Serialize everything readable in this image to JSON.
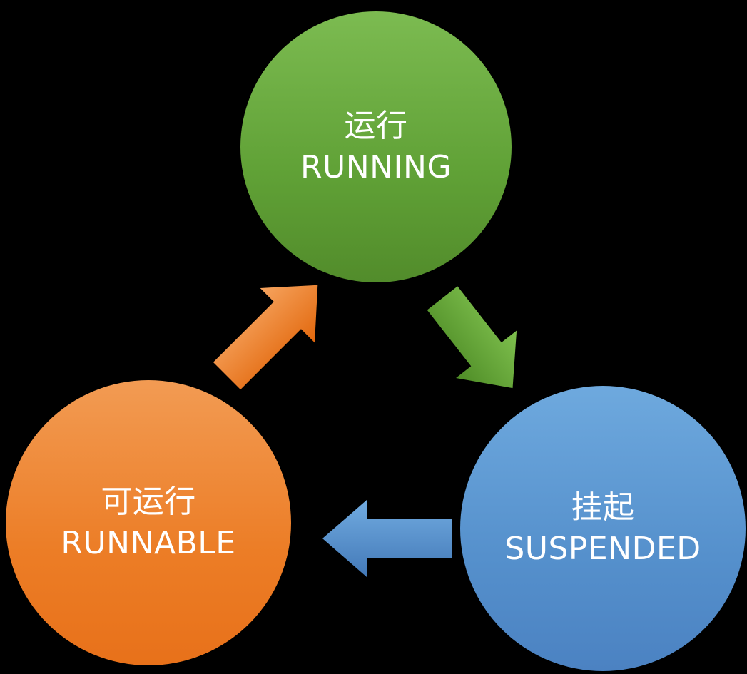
{
  "background_color": "#000000",
  "diagram": {
    "type": "cycle",
    "nodes": [
      {
        "id": "running",
        "label_zh": "运行",
        "label_en": "RUNNING",
        "color": "#69a83e",
        "position": "top"
      },
      {
        "id": "suspended",
        "label_zh": "挂起",
        "label_en": "SUSPENDED",
        "color": "#5b9bd5",
        "position": "bottom-right"
      },
      {
        "id": "runnable",
        "label_zh": "可运行",
        "label_en": "RUNNABLE",
        "color": "#ed7d31",
        "position": "bottom-left"
      }
    ],
    "edges": [
      {
        "from": "running",
        "to": "suspended",
        "color": "#5e9c33",
        "direction": "down-right"
      },
      {
        "from": "suspended",
        "to": "runnable",
        "color": "#5b9bd5",
        "direction": "left"
      },
      {
        "from": "runnable",
        "to": "running",
        "color": "#ed7d31",
        "direction": "up-right"
      }
    ]
  }
}
